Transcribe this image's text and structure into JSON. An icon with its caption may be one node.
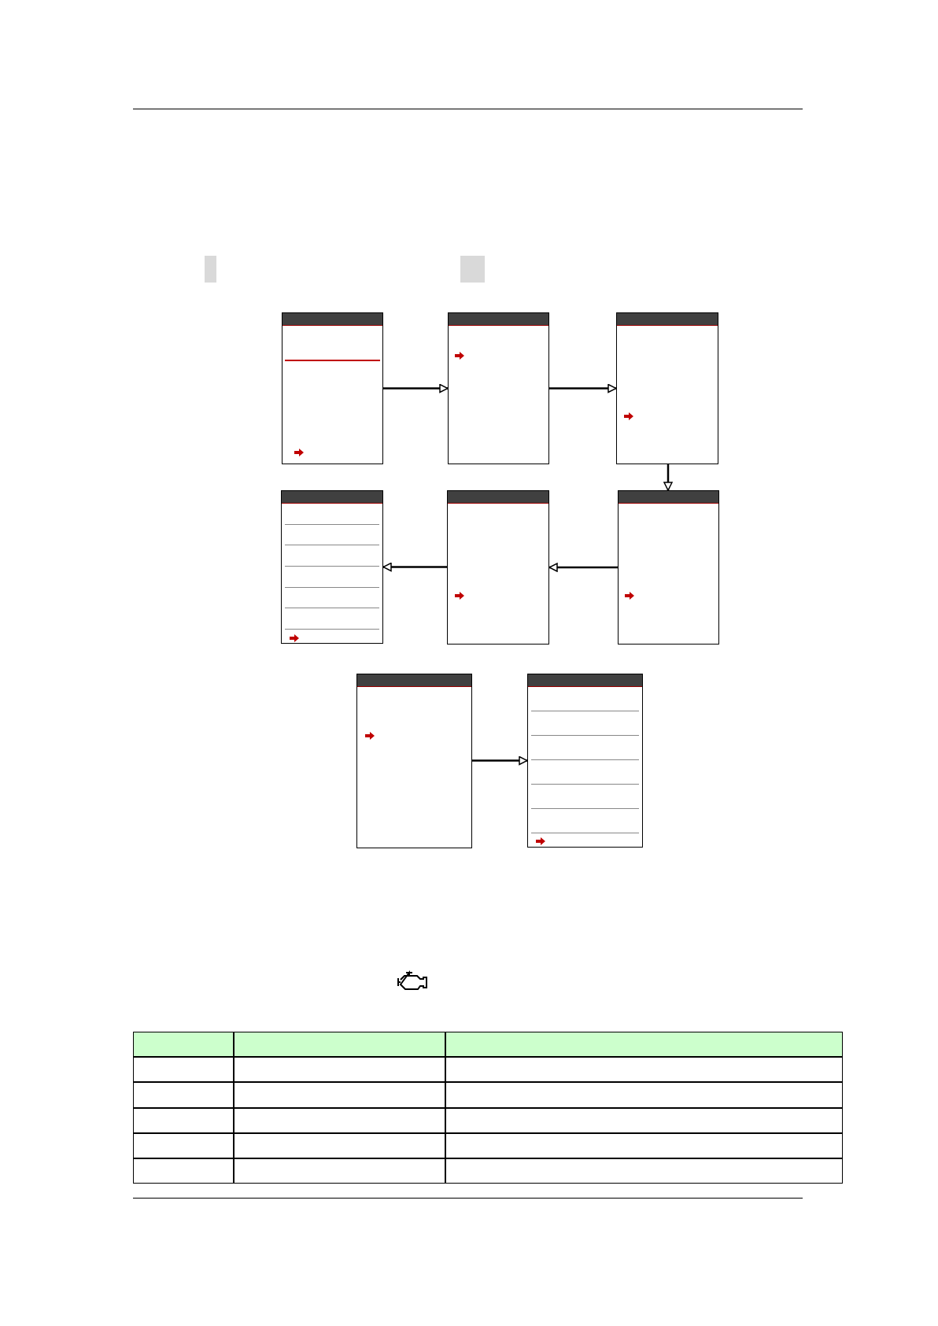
{
  "diagram": {
    "nodes": [
      {
        "text": [],
        "shape": "box"
      },
      {
        "text": [],
        "shape": "box"
      },
      {
        "text": [],
        "shape": "box"
      },
      {
        "text": [],
        "shape": "box"
      },
      {
        "text": [],
        "shape": "box"
      },
      {
        "text": [],
        "shape": "box"
      },
      {
        "text": [],
        "shape": "box"
      },
      {
        "text": [],
        "shape": "box"
      }
    ],
    "edges": [
      {
        "from": 0,
        "to": 1,
        "arrow": "to"
      },
      {
        "from": 1,
        "to": 2,
        "arrow": "to"
      },
      {
        "from": 2,
        "to": 5,
        "arrow": "to"
      },
      {
        "from": 5,
        "to": 4,
        "arrow": "to"
      },
      {
        "from": 4,
        "to": 3,
        "arrow": "to"
      },
      {
        "from": 6,
        "to": 7,
        "arrow": "to"
      }
    ]
  }
}
